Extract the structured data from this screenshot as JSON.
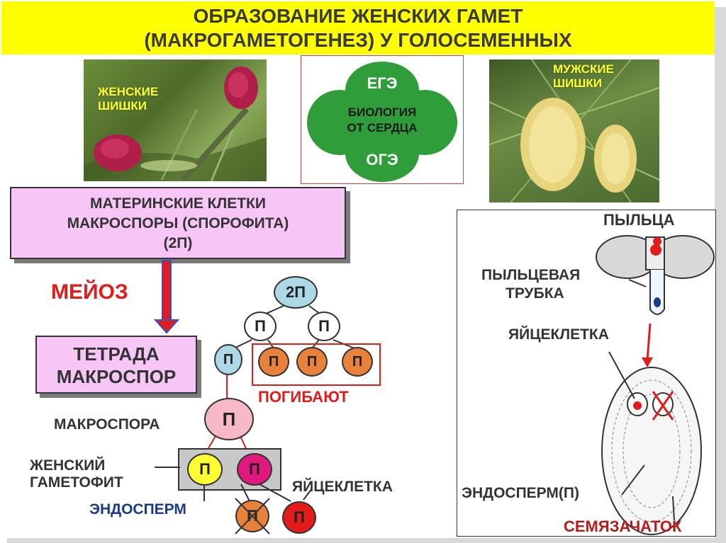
{
  "title": {
    "line1": "ОБРАЗОВАНИЕ ЖЕНСКИХ ГАМЕТ",
    "line2": "(МАКРОГАМЕТОГЕНЕЗ)  У ГОЛОСЕМЕННЫХ"
  },
  "photos": {
    "female_cones": {
      "label_line1": "ЖЕНСКИЕ",
      "label_line2": "ШИШКИ"
    },
    "male_cones": {
      "label_line1": "МУЖСКИЕ",
      "label_line2": "ШИШКИ"
    }
  },
  "logo": {
    "top": "ЕГЭ",
    "center_line1": "БИОЛОГИЯ",
    "center_line2": "ОТ СЕРДЦА",
    "bottom": "ОГЭ"
  },
  "mother_cells": {
    "line1": "МАТЕРИНСКИЕ КЛЕТКИ",
    "line2": "МАКРОСПОРЫ (СПОРОФИТА)",
    "line3": "(2П)"
  },
  "meiosis": "МЕЙОЗ",
  "tetrad": {
    "line1": "ТЕТРАДА",
    "line2": "МАКРОСПОР"
  },
  "tree": {
    "root": "2П",
    "level2": [
      "П",
      "П"
    ],
    "level3": [
      "П",
      "П",
      "П",
      "П"
    ],
    "perish": "ПОГИБАЮТ",
    "macrospore_label": "МАКРОСПОРА",
    "macrospore": "П",
    "gametophyte_label_line1": "ЖЕНСКИЙ",
    "gametophyte_label_line2": "ГАМЕТОФИТ",
    "gametophyte_cells": [
      "П",
      "П"
    ],
    "endosperm_label": "ЭНДОСПЕРМ",
    "egg_label": "ЯЙЦЕКЛЕТКА",
    "bottom_cells": [
      "П",
      "П"
    ]
  },
  "right_panel": {
    "pollen": "ПЫЛЬЦА",
    "tube_line1": "ПЫЛЬЦЕВАЯ",
    "tube_line2": "ТРУБКА",
    "egg": "ЯЙЦЕКЛЕТКА",
    "endosperm": "ЭНДОСПЕРМ(П)",
    "ovule": "СЕМЯЗАЧАТОК"
  },
  "colors": {
    "title_bg": "#ffff00",
    "box_pink": "#f7c6f7",
    "root_cell": "#add8e6",
    "dying_cell": "#e8823a",
    "macrospore": "#f7b8c8",
    "endosperm_cell": "#ffff33",
    "egg_cell": "#e0197e",
    "red": "#e31b1b",
    "endosperm_text": "#1a3a8a",
    "logo_green": "#2e9d3a"
  }
}
